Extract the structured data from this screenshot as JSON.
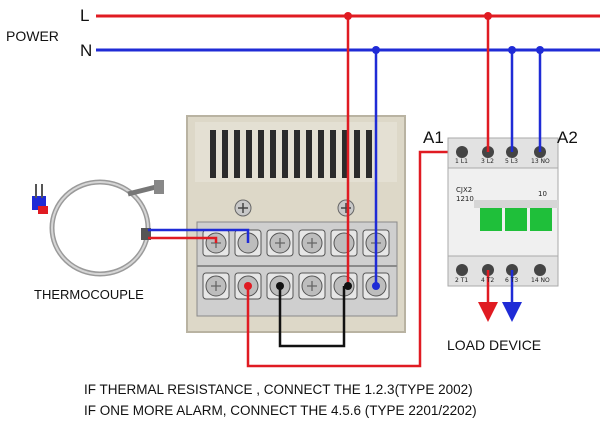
{
  "labels": {
    "power": "POWER",
    "line_l": "L",
    "line_n": "N",
    "a1": "A1",
    "a2": "A2",
    "thermocouple": "THERMOCOUPLE",
    "load_device": "LOAD DEVICE"
  },
  "notes": [
    "IF THERMAL RESISTANCE , CONNECT THE 1.2.3(TYPE 2002)",
    "IF ONE MORE ALARM, CONNECT THE 4.5.6 (TYPE 2201/2202)"
  ],
  "contactor": {
    "model": "CJX2",
    "rating": "1210",
    "aux_number": "10",
    "top_terminals": [
      "1 L1",
      "3 L2",
      "5 L3",
      "13 NO"
    ],
    "bottom_terminals": [
      "2 T1",
      "4 T2",
      "6 T3",
      "14 NO"
    ]
  },
  "colors": {
    "live_wire": "#e01b22",
    "neutral_wire": "#1f2bd6",
    "jumper_wire": "#111111",
    "controller_body": "#ddd8c8",
    "contactor_button": "#1fbf3a"
  }
}
